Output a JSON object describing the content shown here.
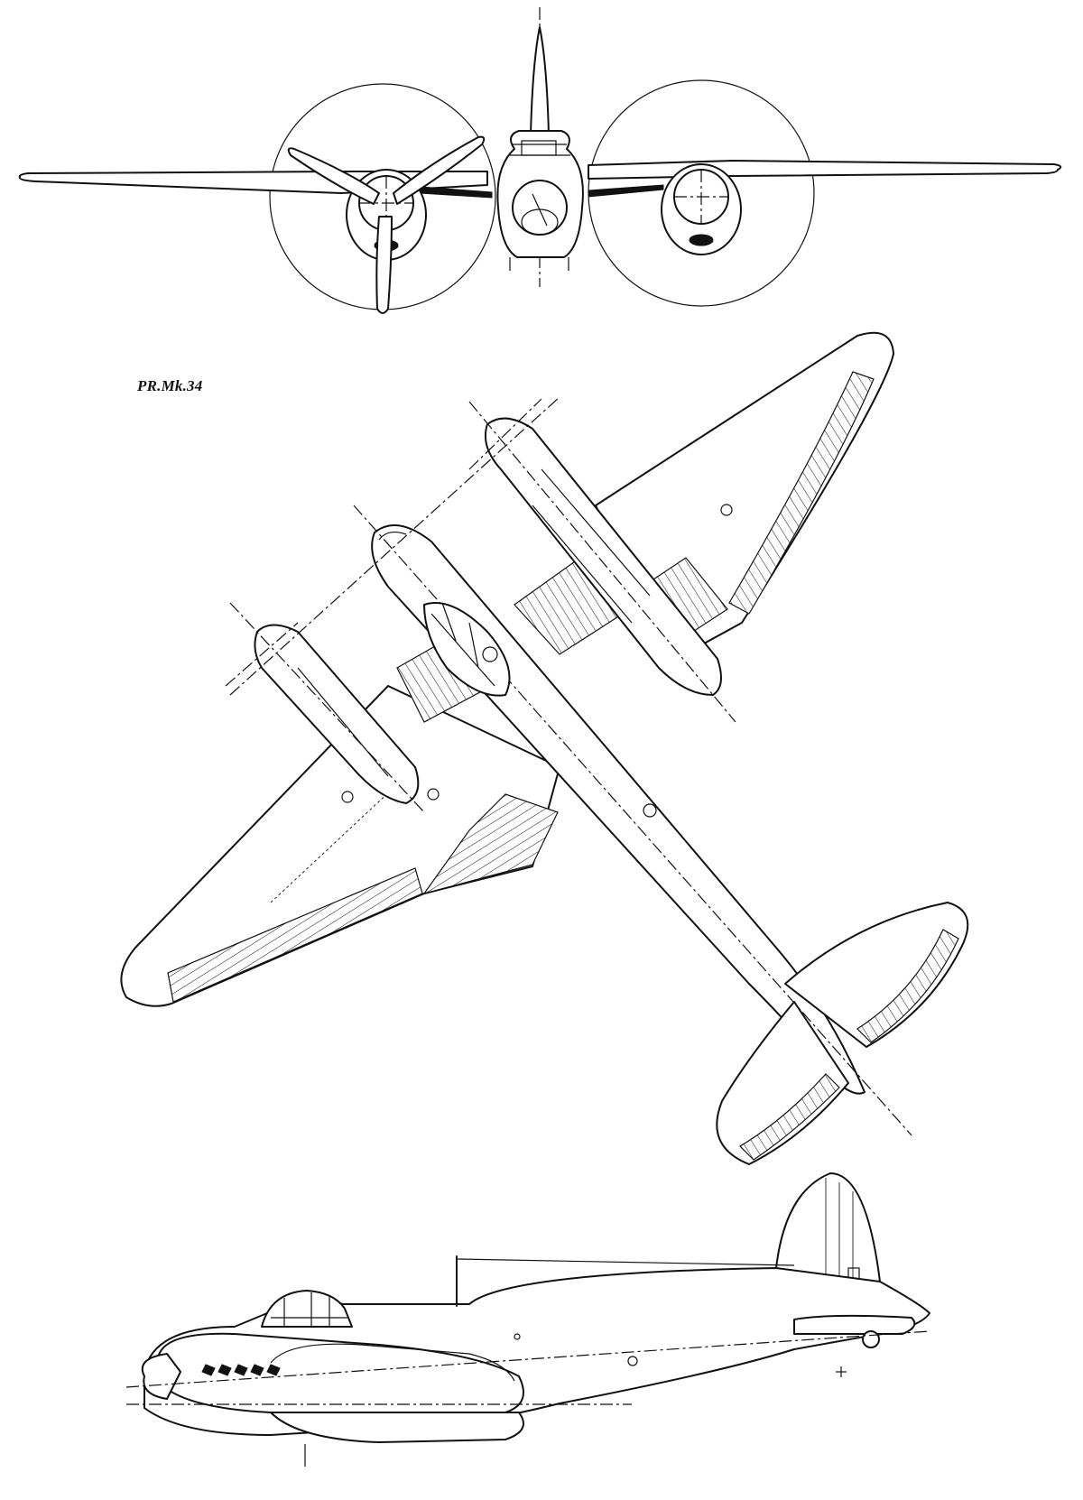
{
  "drawing": {
    "variant_label": "PR.Mk.34",
    "views": [
      "front-view",
      "plan-view",
      "side-view"
    ]
  }
}
